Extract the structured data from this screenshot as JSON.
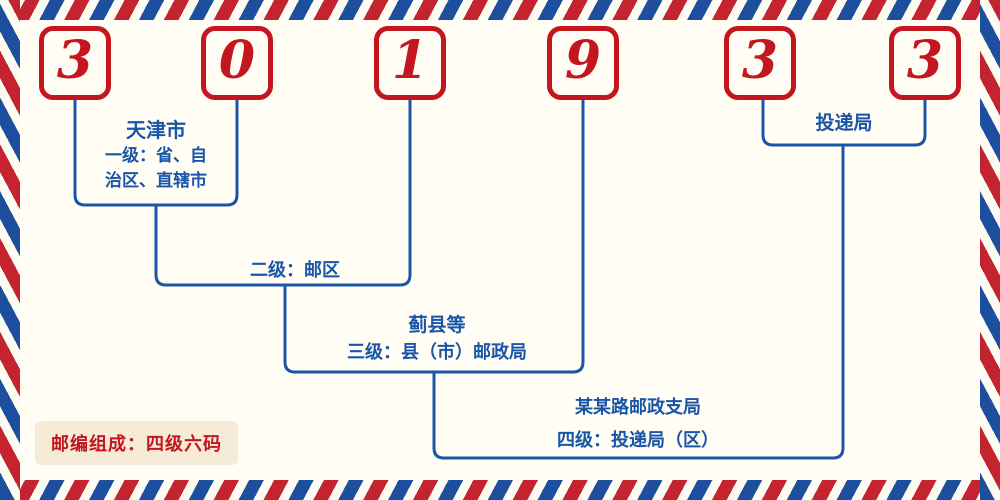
{
  "theme": {
    "accent_red": "#c3161e",
    "accent_blue": "#1a56a8",
    "background": "#fffdf4",
    "badge_background": "#f5ebd7",
    "stripe_blue": "#1d4f9e",
    "stripe_red": "#c32430"
  },
  "postal_code": {
    "digits": [
      "3",
      "0",
      "1",
      "9",
      "3",
      "3"
    ]
  },
  "annotations": {
    "level1_name": "天津市",
    "level1_desc_line1": "一级：省、自",
    "level1_desc_line2": "治区、直辖市",
    "level2_desc": "二级：邮区",
    "level3_name": "蓟县等",
    "level3_desc": "三级：县（市）邮政局",
    "level4_name": "某某路邮政支局",
    "level4_desc": "四级：投递局（区）",
    "delivery_office": "投递局"
  },
  "footer": {
    "note": "邮编组成：四级六码"
  }
}
